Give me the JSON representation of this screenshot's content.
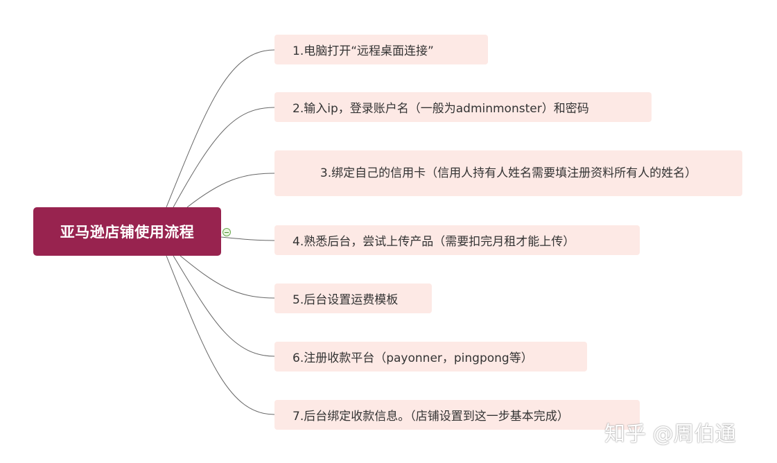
{
  "root": {
    "label": "亚马逊店铺使用流程"
  },
  "steps": [
    {
      "label": "1.电脑打开“远程桌面连接”"
    },
    {
      "label": "2.输入ip，登录账户名（一般为adminmonster）和密码"
    },
    {
      "label": "3.绑定自己的信用卡（信用人持有人姓名需要填注册资料所有人的姓名）"
    },
    {
      "label": "4.熟悉后台，尝试上传产品（需要扣完月租才能上传）"
    },
    {
      "label": "5.后台设置运费模板"
    },
    {
      "label": "6.注册收款平台（payonner，pingpong等）"
    },
    {
      "label": "7.后台绑定收款信息。（店铺设置到这一步基本完成）"
    }
  ],
  "watermark": {
    "text": "知乎 @周伯通"
  },
  "colors": {
    "root_fill": "#98234f",
    "step_fill": "#fde9e5",
    "connector": "#666666"
  }
}
